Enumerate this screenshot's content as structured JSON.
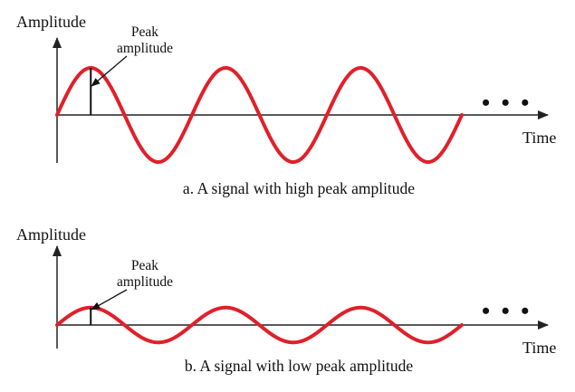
{
  "panels": [
    {
      "y_label": "Amplitude",
      "x_label": "Time",
      "callout_line1": "Peak",
      "callout_line2": "amplitude",
      "continuation": "• • •",
      "caption": "a. A signal with high peak amplitude",
      "relative_amplitude": 1.0,
      "cycles_shown": 3
    },
    {
      "y_label": "Amplitude",
      "x_label": "Time",
      "callout_line1": "Peak",
      "callout_line2": "amplitude",
      "continuation": "• • •",
      "caption": "b. A signal with low peak amplitude",
      "relative_amplitude": 0.37,
      "cycles_shown": 3
    }
  ],
  "colors": {
    "signal": "#e0202a",
    "axis": "#222222",
    "text": "#111111"
  }
}
